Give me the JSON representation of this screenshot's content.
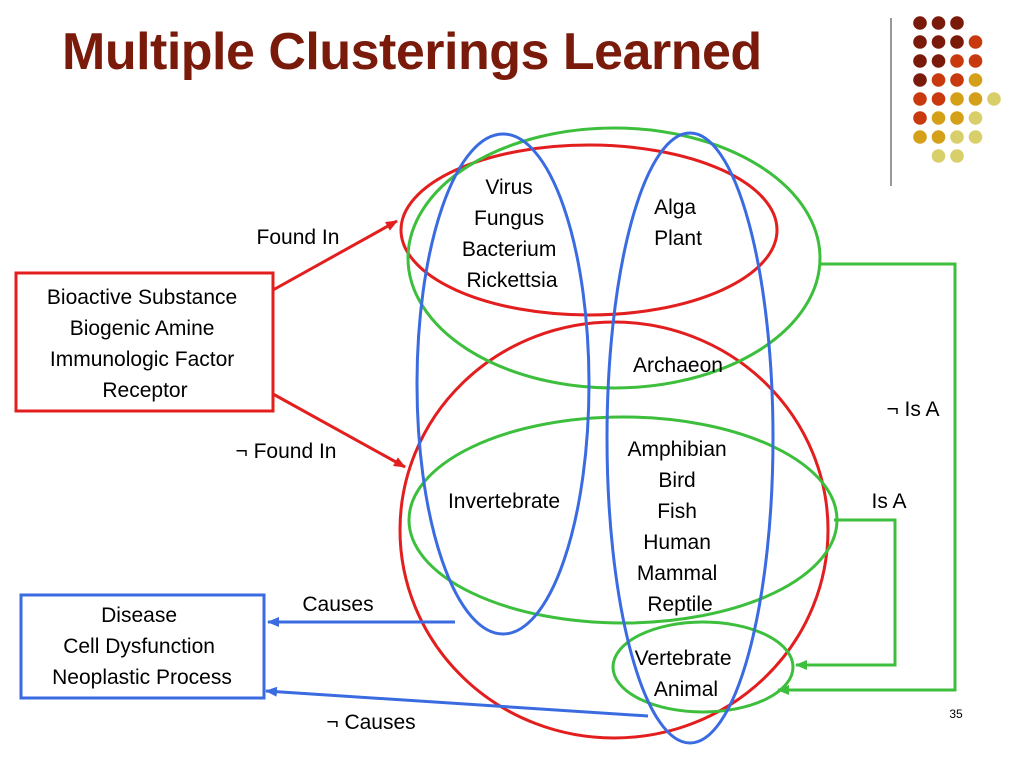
{
  "slide": {
    "title": "Multiple Clusterings Learned",
    "page_number": "35"
  },
  "colors": {
    "title": "#7a1a0a",
    "red": "#e31e1e",
    "blue": "#3a6be0",
    "green": "#3dbf3d",
    "dots": [
      "#7a1a0a",
      "#c8390e",
      "#d4a017",
      "#d9cf6a"
    ]
  },
  "boxes": {
    "bioactive": [
      "Bioactive Substance",
      "Biogenic Amine",
      "Immunologic Factor",
      "Receptor"
    ],
    "disease": [
      "Disease",
      "Cell Dysfunction",
      "Neoplastic Process"
    ]
  },
  "clusters": {
    "microbes": [
      "Virus",
      "Fungus",
      "Bacterium",
      "Rickettsia"
    ],
    "plants": [
      "Alga",
      "Plant"
    ],
    "archaeon": "Archaeon",
    "invertebrate": "Invertebrate",
    "vertebrates": [
      "Amphibian",
      "Bird",
      "Fish",
      "Human",
      "Mammal",
      "Reptile"
    ],
    "vertebrate_animal": [
      "Vertebrate",
      "Animal"
    ]
  },
  "relations": {
    "found_in": "Found In",
    "not_found_in": "¬ Found In",
    "causes": "Causes",
    "not_causes": "¬ Causes",
    "is_a": "Is A",
    "not_is_a": "¬ Is A"
  }
}
